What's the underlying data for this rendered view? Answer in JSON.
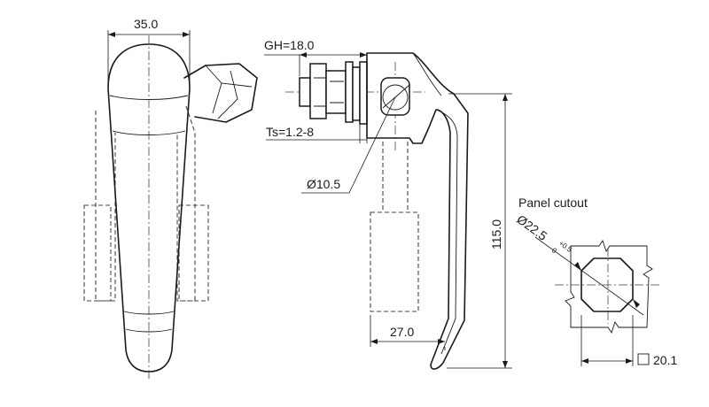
{
  "dimensions": {
    "handle_width": "35.0",
    "grip_height": "GH=18.0",
    "thickness": "Ts=1.2-8",
    "shaft_diameter": "Ø10.5",
    "total_length": "115.0",
    "reach": "27.0",
    "cutout_diameter": "Ø22.5",
    "tolerance_upper": "+0.5",
    "tolerance_lower": "0",
    "cutout_square": "20.1"
  },
  "labels": {
    "panel_cutout": "Panel cutout",
    "square_symbol": "□"
  }
}
